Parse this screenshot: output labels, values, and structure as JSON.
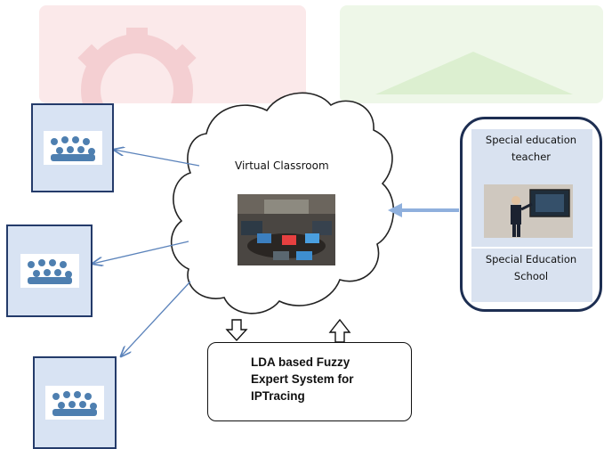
{
  "diagram": {
    "virtual_classroom": {
      "label": "Virtual Classroom"
    },
    "special_education": {
      "top_label": "Special education\nteacher",
      "bottom_label": "Special Education\nSchool"
    },
    "expert_system": {
      "label": "LDA based Fuzzy\nExpert System for\nIPTracing"
    },
    "student_groups": [
      {
        "icon": "students-group-icon"
      },
      {
        "icon": "students-group-icon"
      },
      {
        "icon": "students-group-icon"
      }
    ]
  },
  "colors": {
    "box_border": "#243b6a",
    "box_fill": "#d8e3f3",
    "arrow": "#5b83bb",
    "panel_border": "#1d2e52"
  }
}
